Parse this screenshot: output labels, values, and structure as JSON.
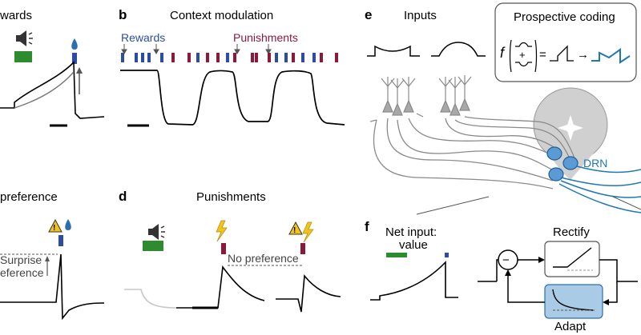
{
  "panels": {
    "a": {
      "title_fragment": "wards"
    },
    "b": {
      "letter": "b",
      "title": "Context modulation",
      "rewards_label": "Rewards",
      "punishments_label": "Punishments"
    },
    "c": {
      "title_fragment": "preference",
      "surprise_label": "Surprise",
      "preference_fragment": "eference"
    },
    "d": {
      "letter": "d",
      "title": "Punishments",
      "no_preference_label": "No preference"
    },
    "e": {
      "letter": "e",
      "title": "Inputs",
      "box_title": "Prospective coding",
      "f_symbol": "f",
      "plus_symbol": "+",
      "equals_1": "=",
      "arrow_symbol": "→",
      "region_label": "DRN"
    },
    "f": {
      "letter": "f",
      "net_input_line1": "Net input:",
      "net_input_line2": "value",
      "rectify_label": "Rectify",
      "adapt_label": "Adapt",
      "minus_symbol": "−"
    }
  },
  "colors": {
    "reward": "#2b4ea3",
    "punishment": "#8b1a3a",
    "cue": "#2e8b2e",
    "drn": "#1f78b4",
    "drn_fill": "#a9cbe6",
    "warning": "#f0c419",
    "gray": "#7d7d7d",
    "light_gray": "#c8c8c8"
  }
}
